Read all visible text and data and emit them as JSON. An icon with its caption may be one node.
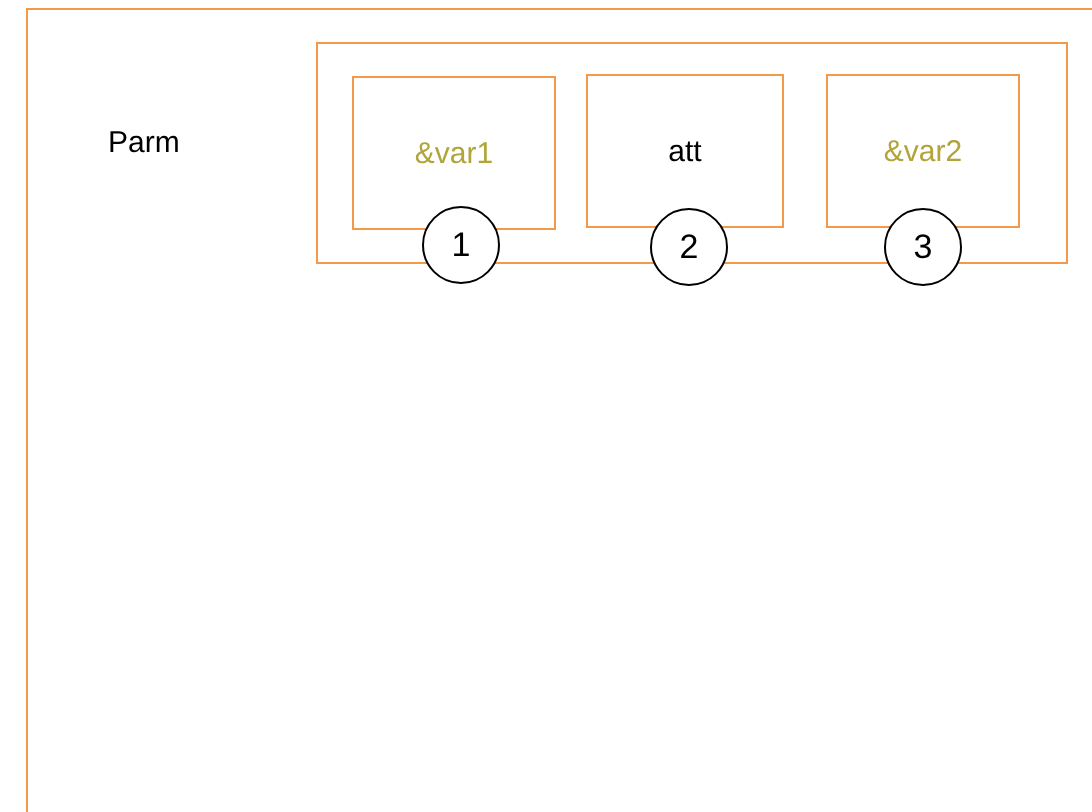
{
  "diagram": {
    "nodes": [
      {
        "text": [
          "Parm"
        ]
      },
      {
        "text": [],
        "shape": "box",
        "in": 0
      },
      {
        "text": [
          "&var1"
        ],
        "in": 1
      },
      {
        "text": [
          "att"
        ],
        "in": 1
      },
      {
        "text": [
          "&var2"
        ],
        "in": 1
      },
      {
        "text": [
          "1"
        ],
        "in": 0
      },
      {
        "text": [
          "2"
        ],
        "in": 0
      },
      {
        "text": [
          "3"
        ],
        "in": 0
      }
    ]
  }
}
